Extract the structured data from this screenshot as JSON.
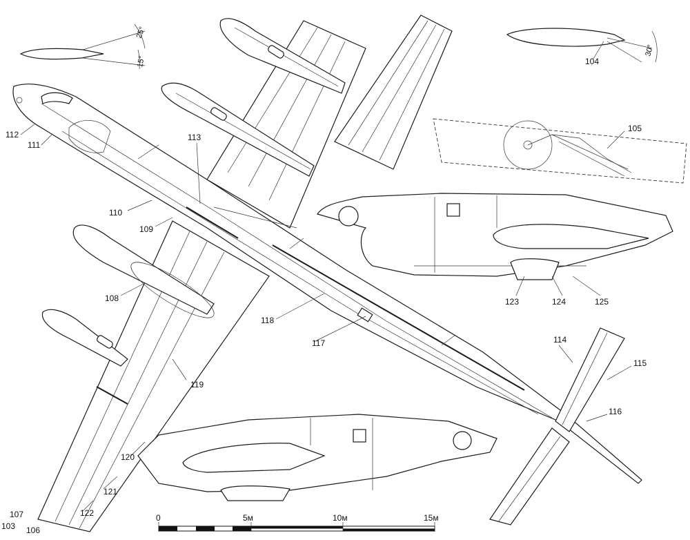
{
  "callouts": {
    "c103": "103",
    "c104": "104",
    "c105": "105",
    "c106": "106",
    "c107": "107",
    "c108": "108",
    "c109": "109",
    "c110": "110",
    "c111": "111",
    "c112": "112",
    "c113": "113",
    "c114": "114",
    "c115": "115",
    "c116": "116",
    "c117": "117",
    "c118": "118",
    "c119": "119",
    "c120": "120",
    "c121": "121",
    "c122": "122",
    "c123": "123",
    "c124": "124",
    "c125": "125"
  },
  "angles": {
    "a1": "25°",
    "a2": "15°",
    "a3": "30°"
  },
  "scale_bar": {
    "t0": "0",
    "t5": "5м",
    "t10": "10м",
    "t15": "15м"
  }
}
